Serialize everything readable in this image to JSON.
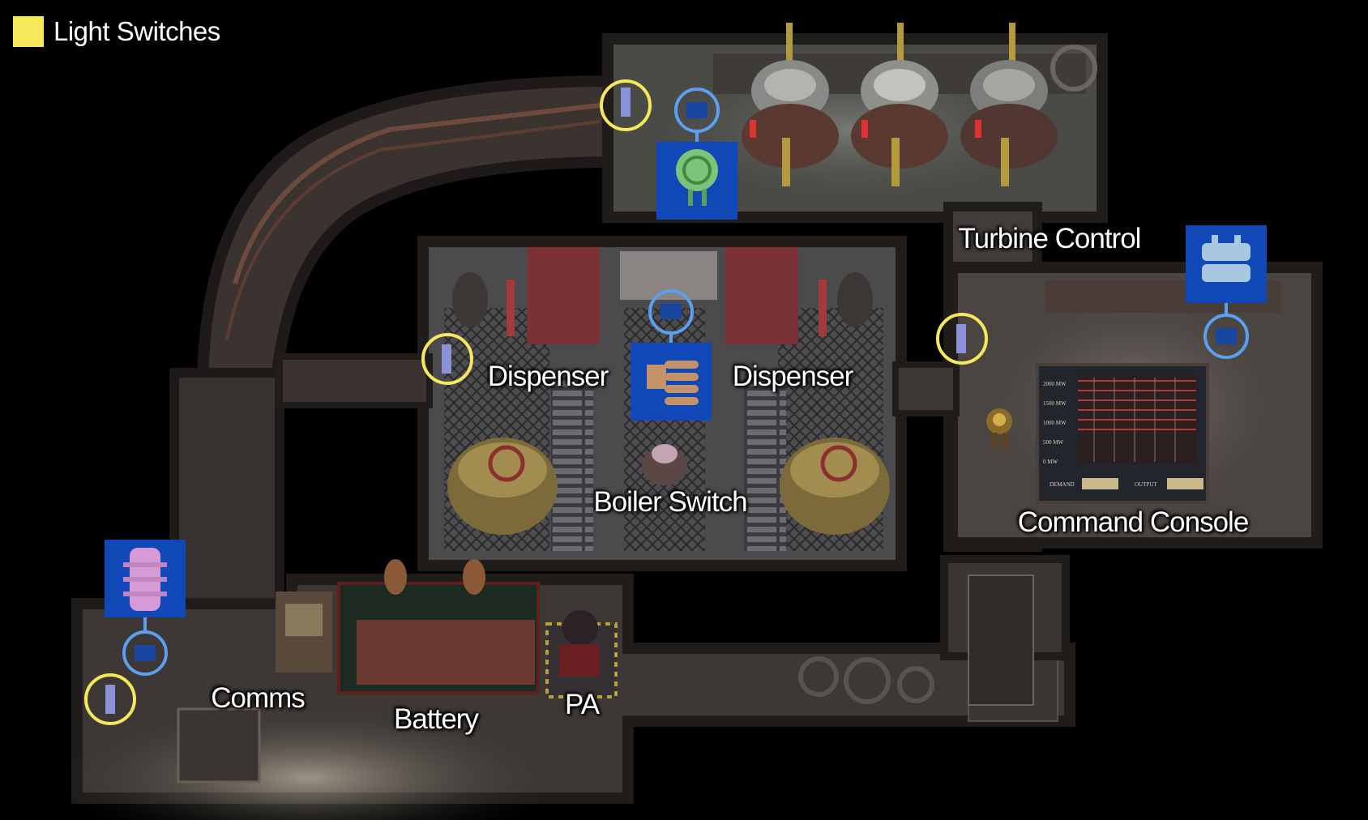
{
  "legend": {
    "color": "#f5e85a",
    "label": "Light Switches"
  },
  "colors": {
    "background": "#000000",
    "floor": "#3a3532",
    "wall": "#2a2624",
    "light_switch_ring": "#f5e85a",
    "item_ring": "#5aa0ef",
    "item_tile": "#1048b8"
  },
  "labels": {
    "turbine_control": "Turbine Control",
    "dispenser_left": "Dispenser",
    "dispenser_right": "Dispenser",
    "boiler_switch": "Boiler Switch",
    "command_console": "Command Console",
    "comms": "Comms",
    "battery": "Battery",
    "pa": "PA"
  },
  "light_switches": [
    {
      "id": "light-switch-turbine-entrance"
    },
    {
      "id": "light-switch-boiler-west"
    },
    {
      "id": "light-switch-east-corridor"
    },
    {
      "id": "light-switch-south-west"
    }
  ],
  "items": [
    {
      "id": "item-green-coil",
      "icon": "green-coil-part-icon"
    },
    {
      "id": "item-bronze-connector",
      "icon": "bronze-connector-part-icon"
    },
    {
      "id": "item-blue-capacitor",
      "icon": "blue-capacitor-part-icon"
    },
    {
      "id": "item-pink-cylinder",
      "icon": "pink-cylinder-part-icon"
    }
  ],
  "console_rows": [
    "2000 MW",
    "1500 MW",
    "1000 MW",
    "500 MW",
    "0 MW"
  ],
  "console_footer": [
    "DEMAND",
    "OUTPUT"
  ]
}
